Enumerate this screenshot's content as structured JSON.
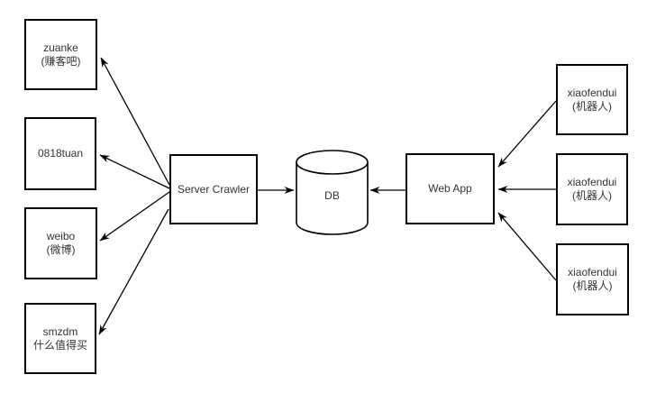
{
  "diagram": {
    "kind": "architecture-flow-diagram",
    "background_color": "#ffffff",
    "stroke_color": "#000000",
    "text_color": "#333333"
  },
  "nodes": {
    "zuanke": {
      "label": "zuanke",
      "sublabel": "(赚客吧)"
    },
    "tuan0818": {
      "label": "0818tuan",
      "sublabel": ""
    },
    "weibo": {
      "label": "weibo",
      "sublabel": "(微博)"
    },
    "smzdm": {
      "label": "smzdm",
      "sublabel": "什么值得买"
    },
    "server_crawler": {
      "label": "Server Crawler"
    },
    "db": {
      "label": "DB"
    },
    "web_app": {
      "label": "Web App"
    },
    "xiaofendui_1": {
      "label": "xiaofendui",
      "sublabel": "(机器人)"
    },
    "xiaofendui_2": {
      "label": "xiaofendui",
      "sublabel": "(机器人)"
    },
    "xiaofendui_3": {
      "label": "xiaofendui",
      "sublabel": "(机器人)"
    }
  },
  "edges": [
    {
      "from": "server_crawler",
      "to": "zuanke"
    },
    {
      "from": "server_crawler",
      "to": "tuan0818"
    },
    {
      "from": "server_crawler",
      "to": "weibo"
    },
    {
      "from": "server_crawler",
      "to": "smzdm"
    },
    {
      "from": "server_crawler",
      "to": "db"
    },
    {
      "from": "web_app",
      "to": "db"
    },
    {
      "from": "xiaofendui_1",
      "to": "web_app"
    },
    {
      "from": "xiaofendui_2",
      "to": "web_app"
    },
    {
      "from": "xiaofendui_3",
      "to": "web_app"
    }
  ]
}
